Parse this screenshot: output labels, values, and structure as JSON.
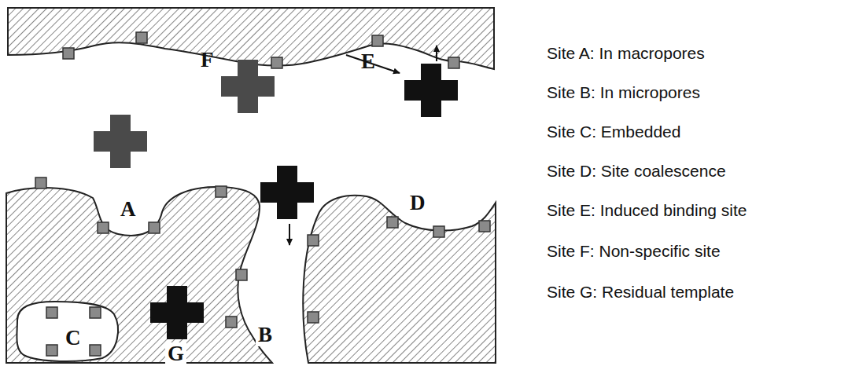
{
  "diagram": {
    "labels": [
      "F",
      "E",
      "A",
      "D",
      "C",
      "B",
      "G",
      "Site A: In macropores",
      "Site B: In micropores",
      "Site C: Embedded",
      "Site D: Site coalescence",
      "Site E: Induced binding site",
      "Site F: Non-specific site",
      "Site G: Residual template"
    ]
  }
}
